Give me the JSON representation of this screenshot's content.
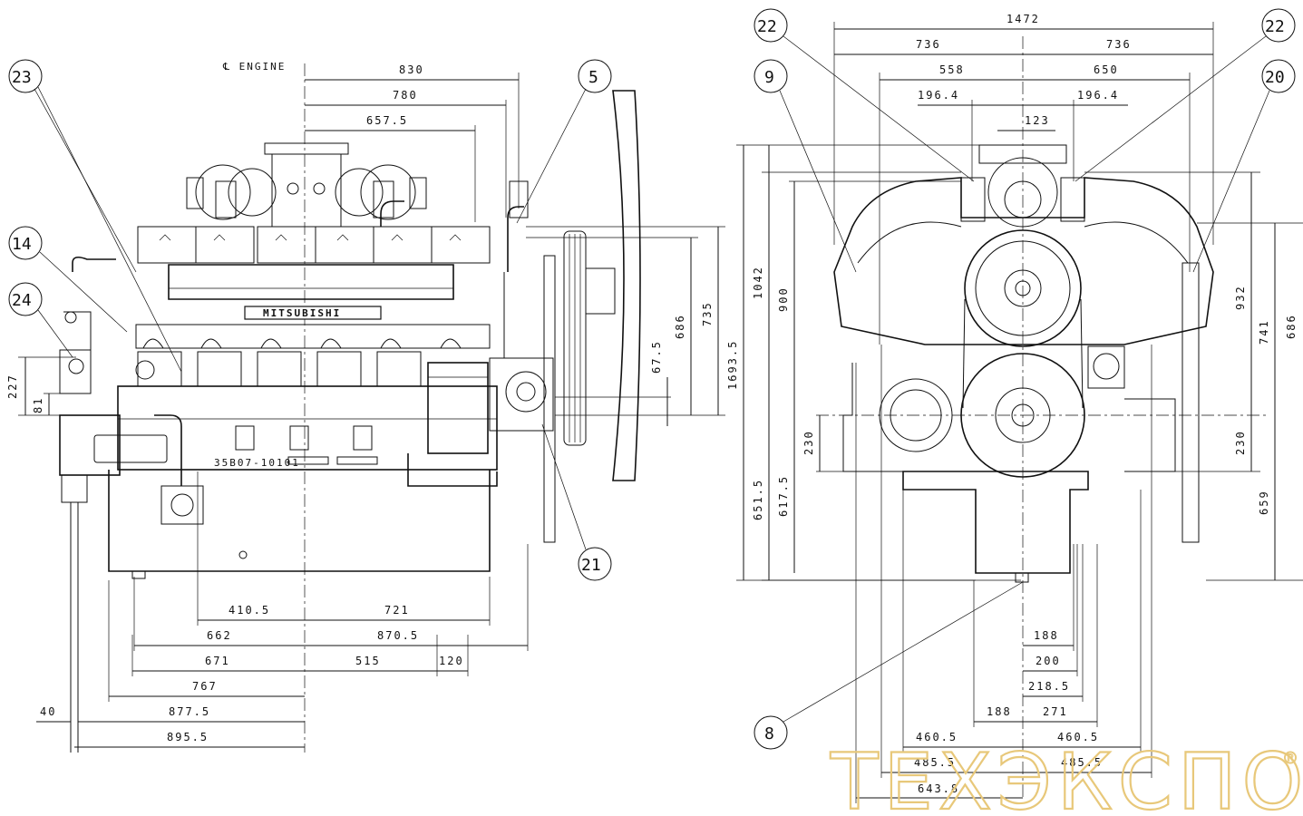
{
  "side_view": {
    "centerline_label": "℄ ENGINE",
    "brand_label": "MITSUBISHI",
    "model_label": "35B07-10101",
    "top_dims": [
      "830",
      "780",
      "657.5"
    ],
    "bottom_dims": [
      "410.5",
      "721",
      "662",
      "870.5",
      "671",
      "515",
      "120",
      "767",
      "877.5",
      "40",
      "895.5"
    ],
    "left_dims": [
      "227",
      "81"
    ],
    "right_dims": [
      "67.5",
      "686",
      "735",
      "1693.5"
    ],
    "callouts": [
      "23",
      "14",
      "24",
      "5",
      "21"
    ]
  },
  "front_view": {
    "top_dims": [
      "1472",
      "736",
      "736",
      "558",
      "650",
      "196.4",
      "196.4",
      "123"
    ],
    "left_dims": [
      "1042",
      "900",
      "651.5",
      "617.5",
      "230"
    ],
    "right_dims": [
      "932",
      "741",
      "686",
      "230",
      "659"
    ],
    "bottom_dims": [
      "188",
      "200",
      "218.5",
      "188",
      "271",
      "460.5",
      "460.5",
      "485.5",
      "485.5",
      "643.8"
    ],
    "callouts": [
      "22",
      "9",
      "22",
      "20",
      "8"
    ]
  },
  "watermark": {
    "text": "ТЕХЭКСПО",
    "mark": "®"
  },
  "colors": {
    "line": "#111111",
    "watermark": "#e8c87a"
  }
}
